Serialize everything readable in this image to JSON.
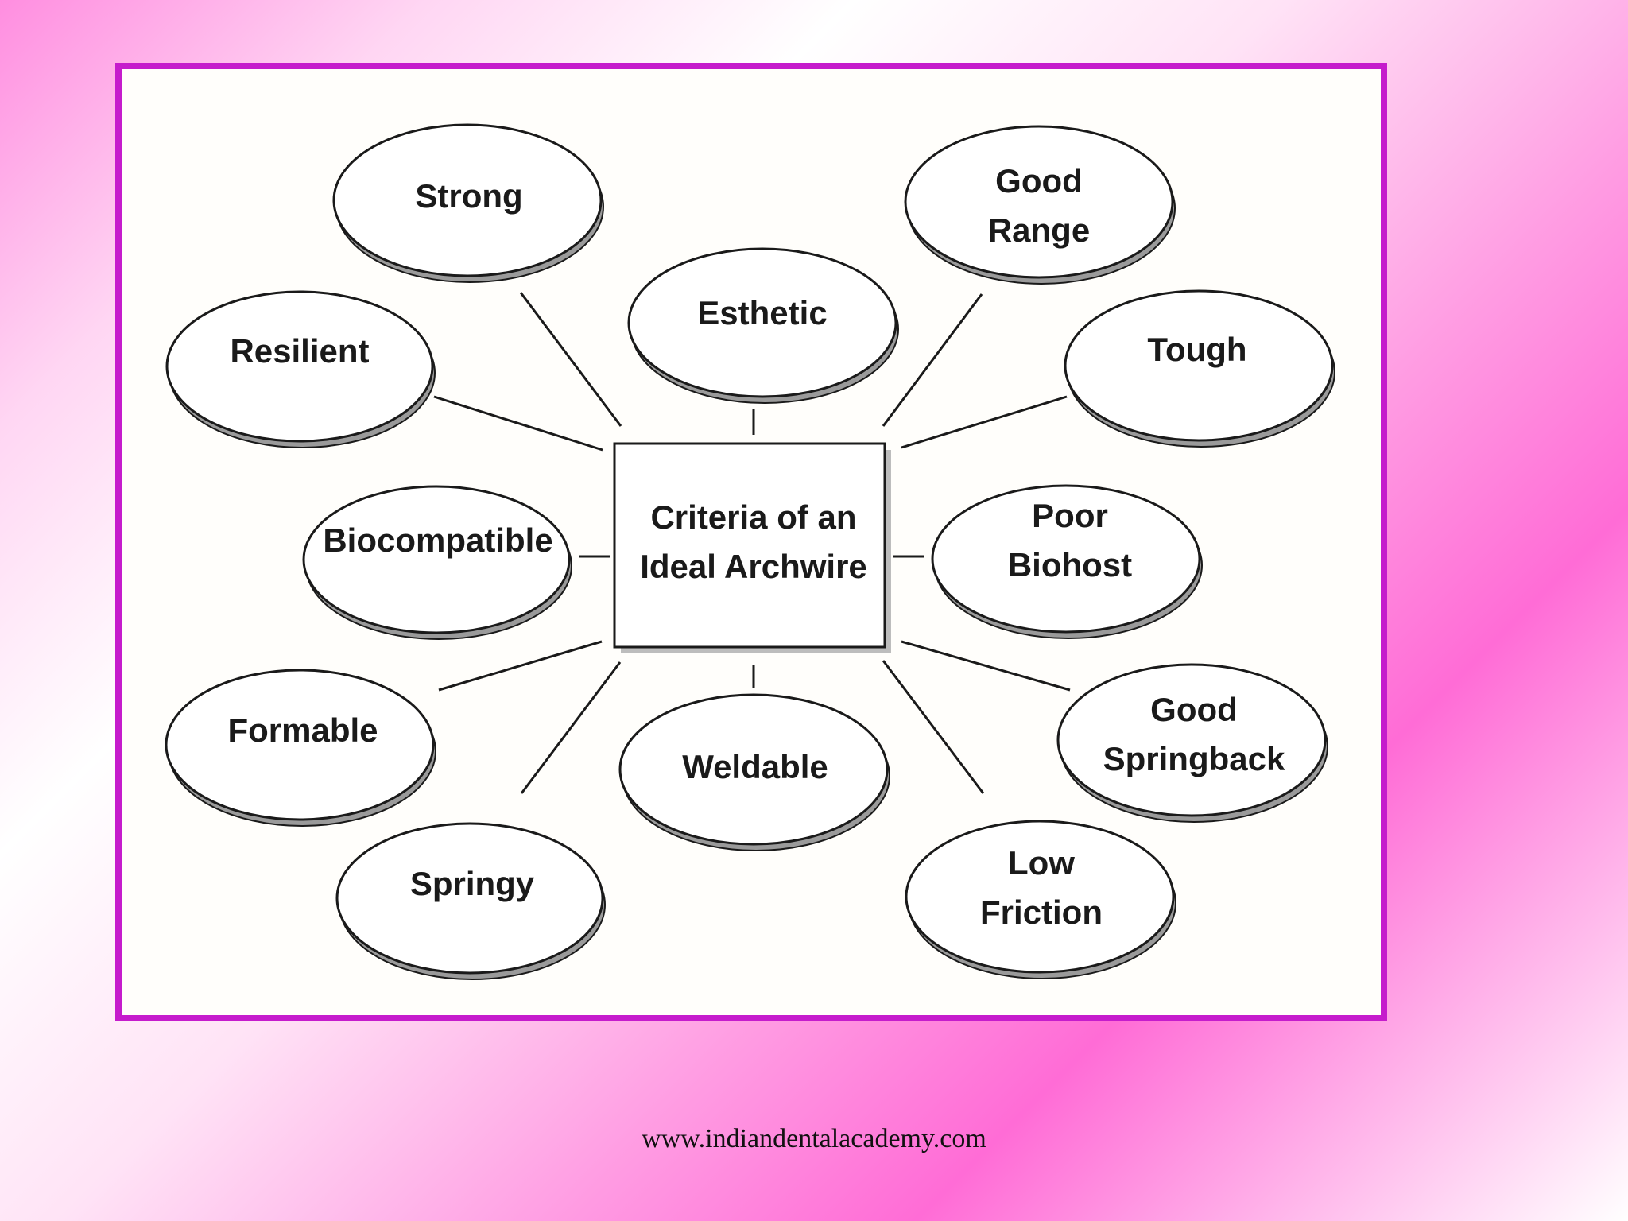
{
  "center": {
    "line1": "Criteria of an",
    "line2": "Ideal Archwire"
  },
  "nodes": {
    "strong": [
      "Strong"
    ],
    "good_range": [
      "Good",
      "Range"
    ],
    "esthetic": [
      "Esthetic"
    ],
    "resilient": [
      "Resilient"
    ],
    "tough": [
      "Tough"
    ],
    "biocompatible": [
      "Biocompatible"
    ],
    "poor_biohost": [
      "Poor",
      "Biohost"
    ],
    "formable": [
      "Formable"
    ],
    "good_springback": [
      "Good",
      "Springback"
    ],
    "weldable": [
      "Weldable"
    ],
    "springy": [
      "Springy"
    ],
    "low_friction": [
      "Low",
      "Friction"
    ]
  },
  "footer": "www.indiandentalacademy.com",
  "colors": {
    "frame_border": "#c51ccc",
    "ellipse_fill": "#ffffff",
    "ellipse_shadow": "#9a9a9a",
    "stroke": "#1a1a1a"
  }
}
